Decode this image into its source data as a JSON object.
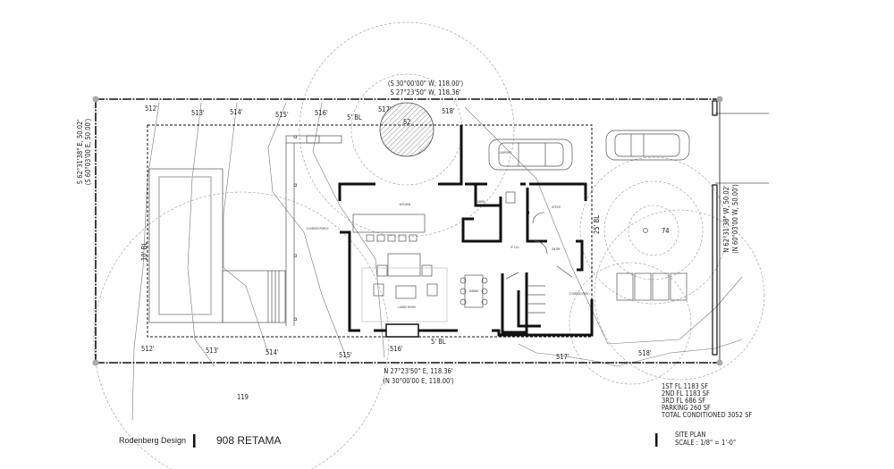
{
  "title_block": {
    "firm": "Rodenberg Design",
    "project": "908 RETAMA",
    "sheet_title": "SITE PLAN",
    "scale": "SCALE : 1/8\" = 1'-0\""
  },
  "areas": [
    "1ST FL 1183 SF",
    "2ND FL 1183 SF",
    "3RD FL 686 SF",
    "PARKING 260 SF",
    "TOTAL CONDITIONED 3052 SF"
  ],
  "bearings": {
    "top_record": "(S 30°00'00\" W, 118.00')",
    "top_measured": "S 27°23'50\" W, 118.36'",
    "bottom_measured": "N 27°23'50\" E, 118.36'",
    "bottom_record": "(N 30°00'00 E, 118.00')",
    "left_measured": "S 62°31'38\" E, 50.02'",
    "left_record": "(S 60°03'00 E, 50.00')",
    "right_measured": "N 62°31'38\" W, 50.02'",
    "right_record": "(N 60°03'00 W, 50.00')"
  },
  "setbacks": {
    "top": "5' BL",
    "bottom": "5' BL",
    "left": "10' BL",
    "right": "25' BL"
  },
  "contours_top": [
    "512'",
    "513'",
    "514'",
    "515'",
    "516'",
    "517'",
    "518'"
  ],
  "contours_bottom": [
    "512'",
    "513'",
    "514'",
    "515'",
    "516'",
    "517'",
    "518'"
  ],
  "trees": [
    "52",
    "74",
    "119"
  ],
  "rooms": {
    "carport": "CARPORT",
    "kitchen": "KITCHEN",
    "mudroom": "MUDRM",
    "office": "OFFICE",
    "entry": "ENTRY",
    "covered_porch": "COVERED PORCH",
    "covered_patio": "COVERED PATIO",
    "living": "LIVING ROOM",
    "dining": "DINING",
    "stair_hall": "9' CLG"
  }
}
